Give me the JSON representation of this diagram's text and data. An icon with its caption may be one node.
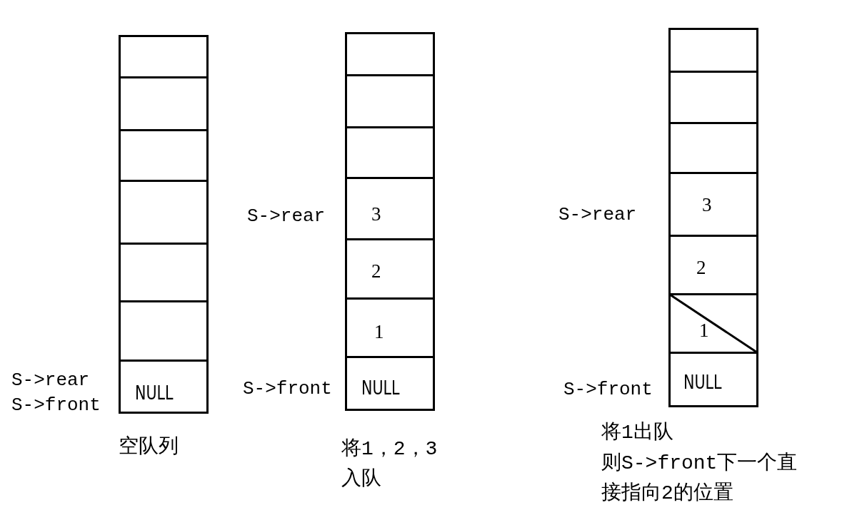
{
  "diagram": {
    "nodes": [
      {
        "text": [],
        "shape": "box"
      },
      {
        "text": [],
        "shape": "box"
      },
      {
        "text": [],
        "shape": "box"
      },
      {
        "text": [],
        "shape": "box"
      },
      {
        "text": [],
        "shape": "box"
      },
      {
        "text": [],
        "shape": "box"
      },
      {
        "text": [
          "NULL"
        ]
      },
      {
        "text": [],
        "shape": "box"
      },
      {
        "text": [],
        "shape": "box"
      },
      {
        "text": [],
        "shape": "box"
      },
      {
        "text": [
          "3"
        ]
      },
      {
        "text": [
          "2"
        ]
      },
      {
        "text": [
          "1"
        ]
      },
      {
        "text": [
          "NULL"
        ]
      },
      {
        "text": [],
        "shape": "box"
      },
      {
        "text": [],
        "shape": "box"
      },
      {
        "text": [],
        "shape": "box"
      },
      {
        "text": [
          "3"
        ]
      },
      {
        "text": [
          "2"
        ]
      },
      {
        "text": [
          "1"
        ]
      },
      {
        "text": [
          "NULL"
        ]
      }
    ],
    "labels": [
      "S->rear",
      "S->front",
      "空队列",
      "S->rear",
      "S->front",
      "将1，2，3入队",
      "S->rear",
      "S->front",
      "将1出队",
      "则S->front下一个直接指向2的位置"
    ]
  }
}
